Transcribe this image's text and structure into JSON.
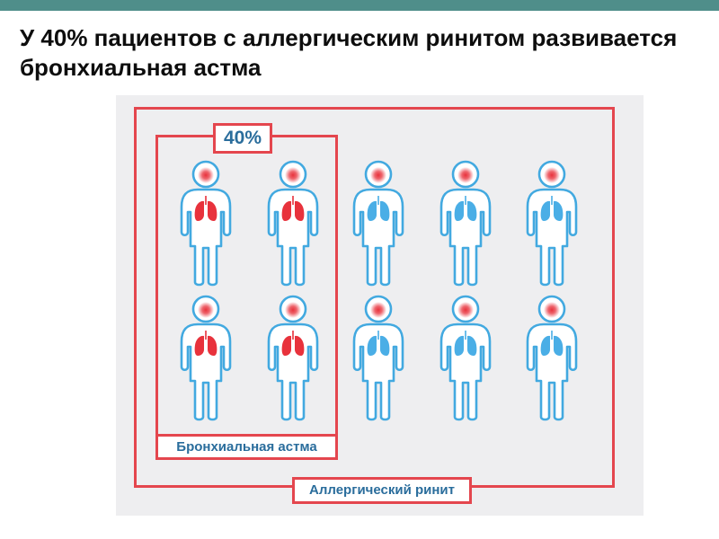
{
  "slide": {
    "title": "У 40% пациентов с аллергическим ринитом развивается бронхиальная астма"
  },
  "diagram": {
    "percent_label": "40%",
    "inner_group_label": "Бронхиальная астма",
    "outer_group_label": "Аллергический ринит",
    "total_people": 10,
    "affected_people": 4,
    "colors": {
      "accent_bar": "#4f8e8a",
      "frame": "#e4464e",
      "label_text": "#2a6d9c",
      "body_outline": "#42a9e0",
      "lungs_affected": "#e8323c",
      "lungs_healthy": "#4aaee6",
      "nose_highlight": "#e8323c",
      "panel_background": "#eeeef0"
    },
    "icons": {
      "person": "person-icon",
      "lungs": "lungs-icon"
    }
  }
}
